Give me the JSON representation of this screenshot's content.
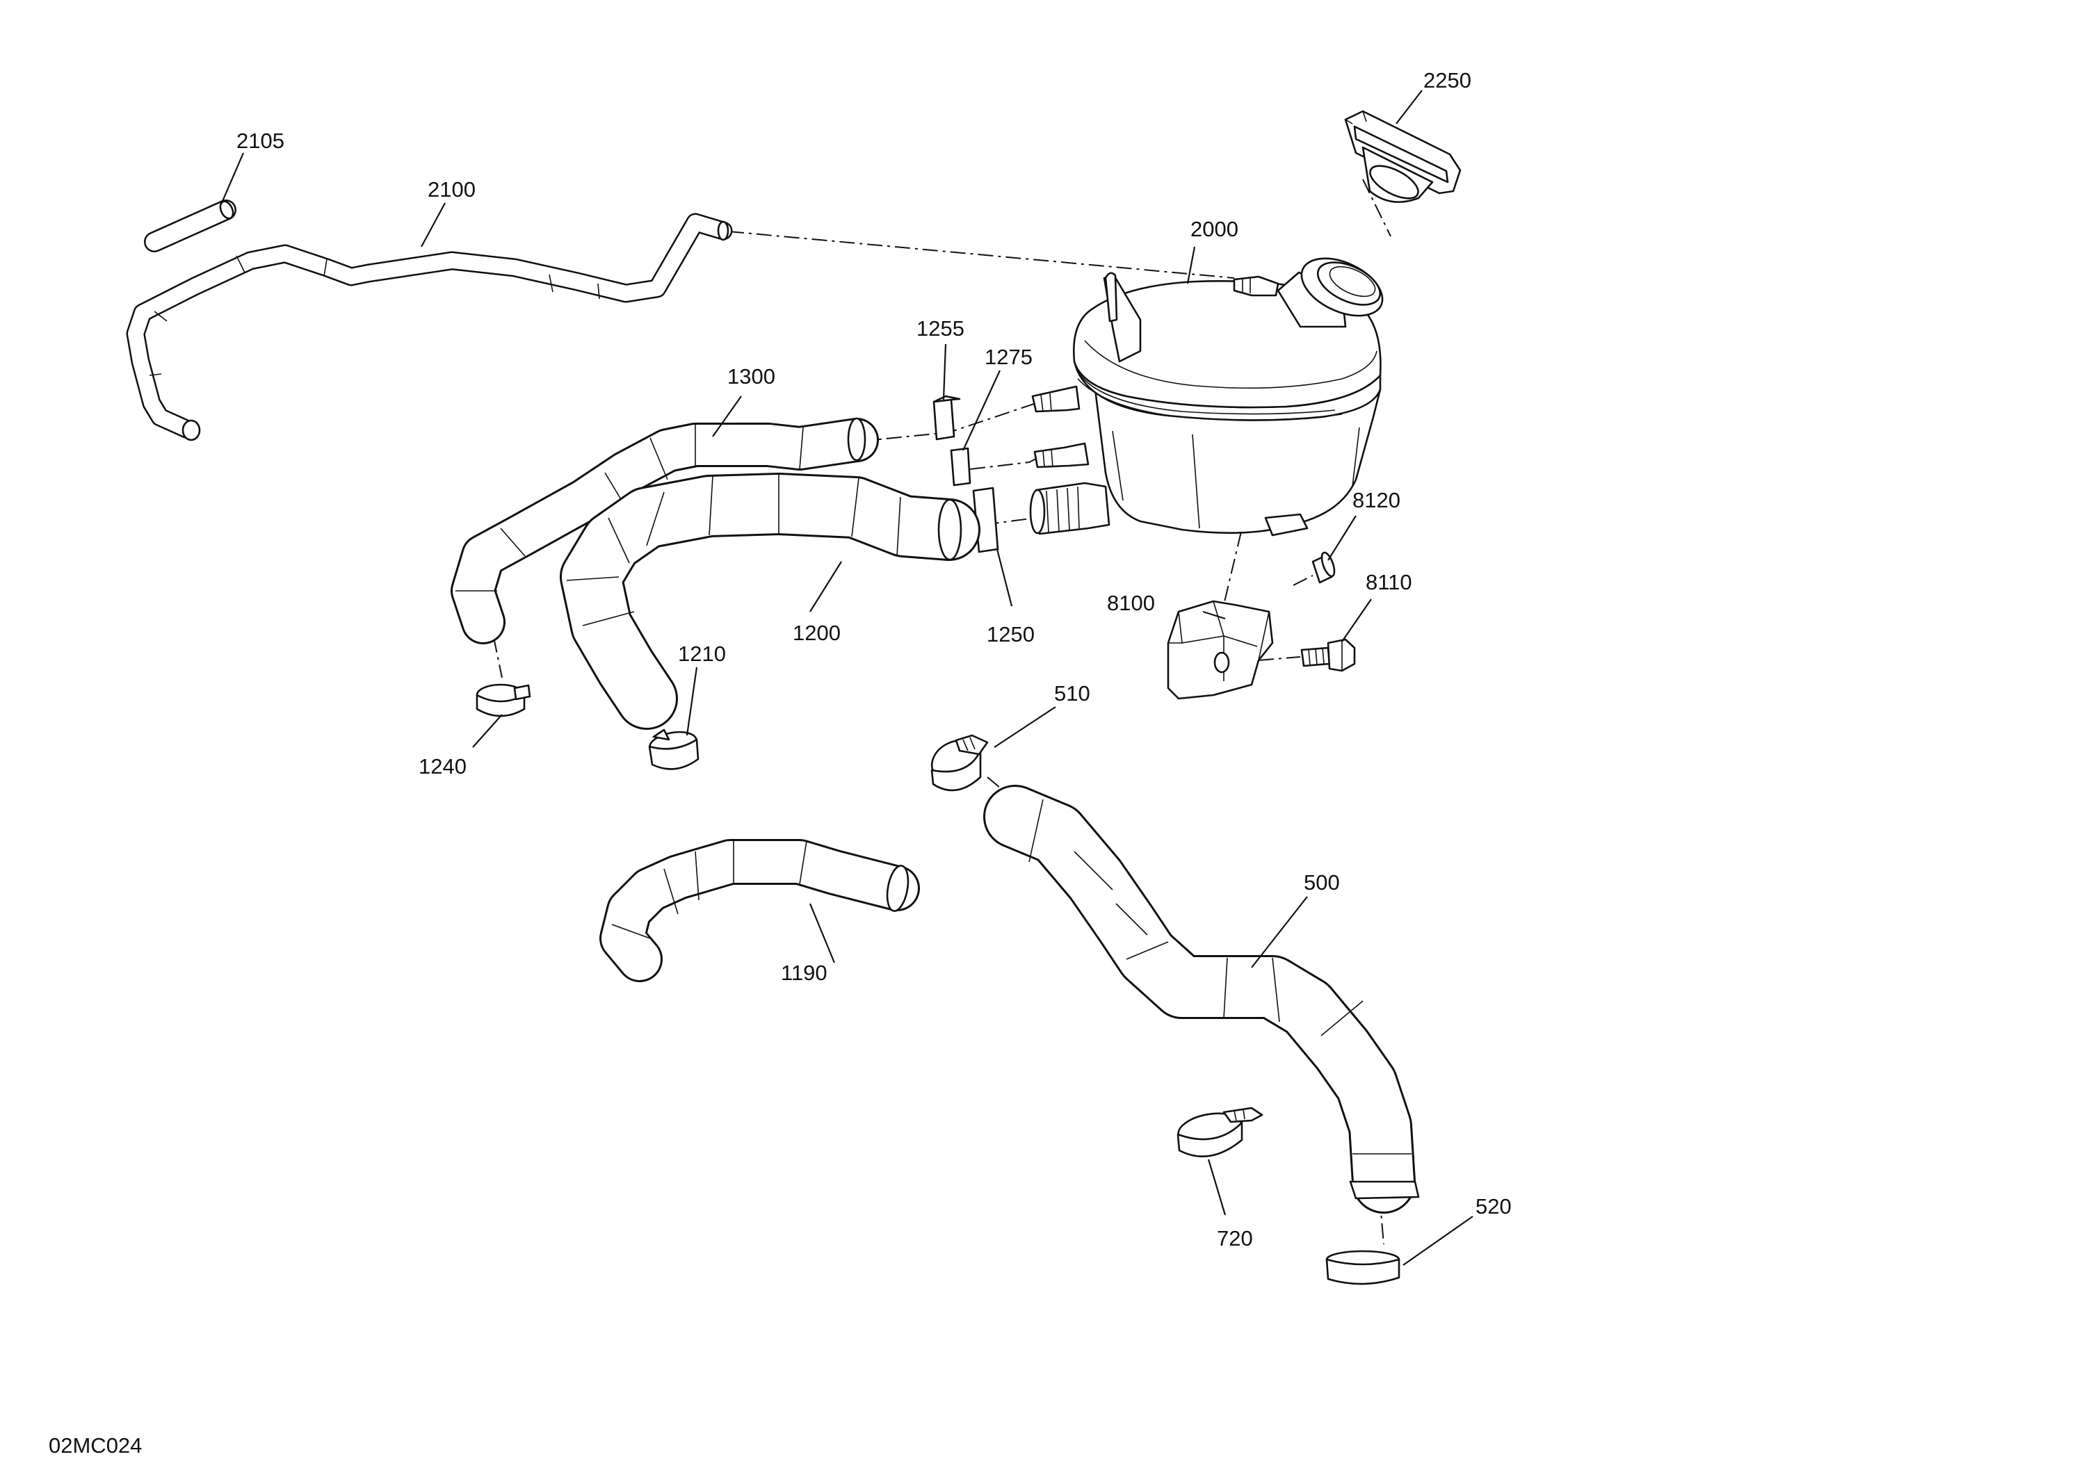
{
  "diagram": {
    "reference_code": "02MC024",
    "callouts": [
      {
        "id": "2250",
        "label": "2250"
      },
      {
        "id": "2105",
        "label": "2105"
      },
      {
        "id": "2100",
        "label": "2100"
      },
      {
        "id": "2000",
        "label": "2000"
      },
      {
        "id": "1255",
        "label": "1255"
      },
      {
        "id": "1275",
        "label": "1275"
      },
      {
        "id": "1300",
        "label": "1300"
      },
      {
        "id": "8120",
        "label": "8120"
      },
      {
        "id": "8110",
        "label": "8110"
      },
      {
        "id": "8100",
        "label": "8100"
      },
      {
        "id": "1200",
        "label": "1200"
      },
      {
        "id": "1250",
        "label": "1250"
      },
      {
        "id": "1210",
        "label": "1210"
      },
      {
        "id": "1240",
        "label": "1240"
      },
      {
        "id": "510",
        "label": "510"
      },
      {
        "id": "500",
        "label": "500"
      },
      {
        "id": "1190",
        "label": "1190"
      },
      {
        "id": "720",
        "label": "720"
      },
      {
        "id": "520",
        "label": "520"
      }
    ]
  }
}
